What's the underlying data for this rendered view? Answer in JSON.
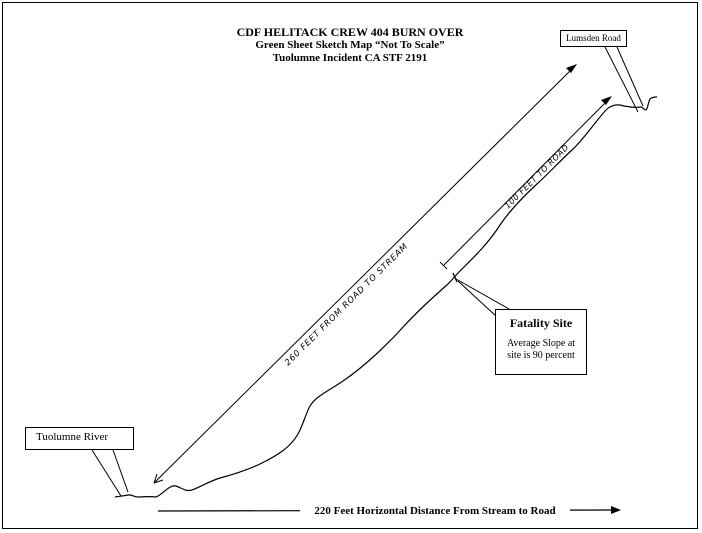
{
  "title": {
    "line1": "CDF HELITACK CREW 404 BURN OVER",
    "line2": "Green Sheet Sketch Map “Not To Scale”",
    "line3": "Tuolumne Incident CA STF 2191"
  },
  "labels": {
    "lumsden_road": "Lumsden Road",
    "tuolumne_river": "Tuolumne River",
    "fatality_title": "Fatality Site",
    "fatality_note": "Average Slope at site is 90 percent",
    "slope_distance": "260 FEET FROM ROAD TO STREAM",
    "upper_distance": "100 FEET TO ROAD",
    "horizontal_distance": "220 Feet Horizontal Distance From Stream to Road"
  }
}
